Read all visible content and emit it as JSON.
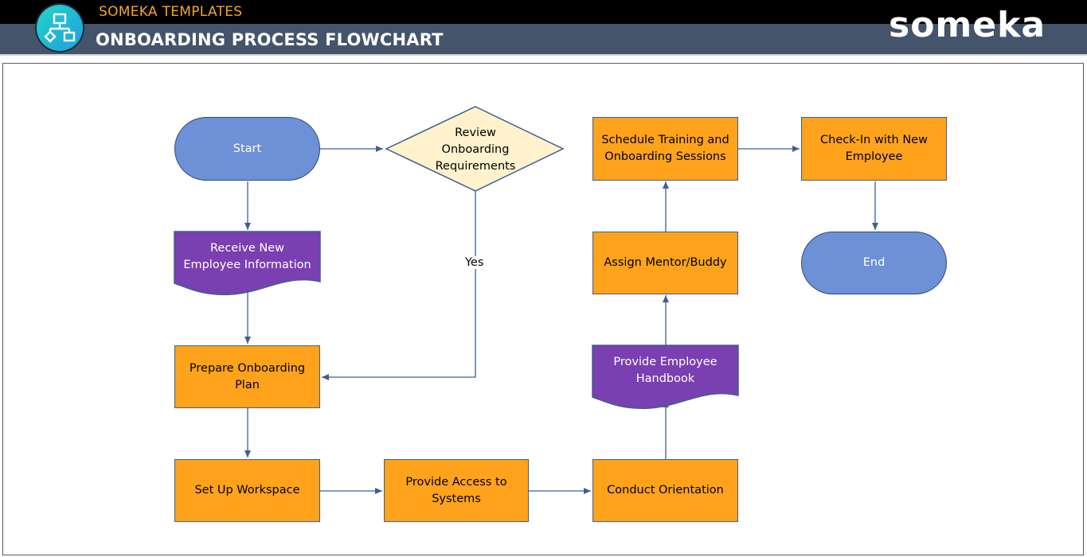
{
  "header": {
    "brand": "SOMEKA TEMPLATES",
    "title": "ONBOARDING PROCESS FLOWCHART",
    "wordmark": "someka",
    "logo_icon": "flowchart-icon"
  },
  "colors": {
    "process_fill": "#fea31b",
    "terminal_fill": "#6d90d6",
    "document_fill": "#7a3fb0",
    "decision_fill": "#fff2cc",
    "connector": "#3f5f8f",
    "header_dark": "#000000",
    "header_band": "#44546a",
    "brand_accent": "#f6a623"
  },
  "flowchart": {
    "start": "Start",
    "decision": "Review Onboarding Requirements",
    "yes_label": "Yes",
    "receive_info": "Receive New Employee Information",
    "prepare_plan": "Prepare Onboarding Plan",
    "setup_workspace": "Set Up Workspace",
    "provide_access": "Provide Access to Systems",
    "conduct_orientation": "Conduct Orientation",
    "provide_handbook": "Provide Employee Handbook",
    "assign_mentor": "Assign Mentor/Buddy",
    "schedule_training": "Schedule Training and Onboarding Sessions",
    "check_in": "Check-In with New Employee",
    "end": "End"
  }
}
